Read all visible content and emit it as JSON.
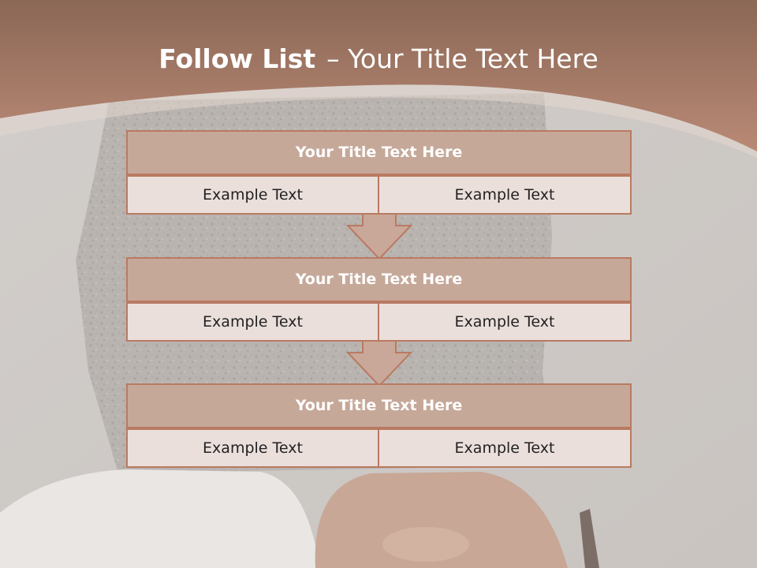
{
  "title": {
    "bold": "Follow List",
    "rest": "– Your Title Text Here"
  },
  "blocks": [
    {
      "heading": "Your Title Text Here",
      "left": "Example Text",
      "right": "Example Text"
    },
    {
      "heading": "Your Title Text Here",
      "left": "Example Text",
      "right": "Example Text"
    },
    {
      "heading": "Your Title Text Here",
      "left": "Example Text",
      "right": "Example Text"
    }
  ],
  "colors": {
    "header_band": "#a7715c",
    "box_head": "#c6a899",
    "box_cell": "#eadfdb",
    "border": "#b97a62",
    "arrow_fill": "#c9a899"
  }
}
